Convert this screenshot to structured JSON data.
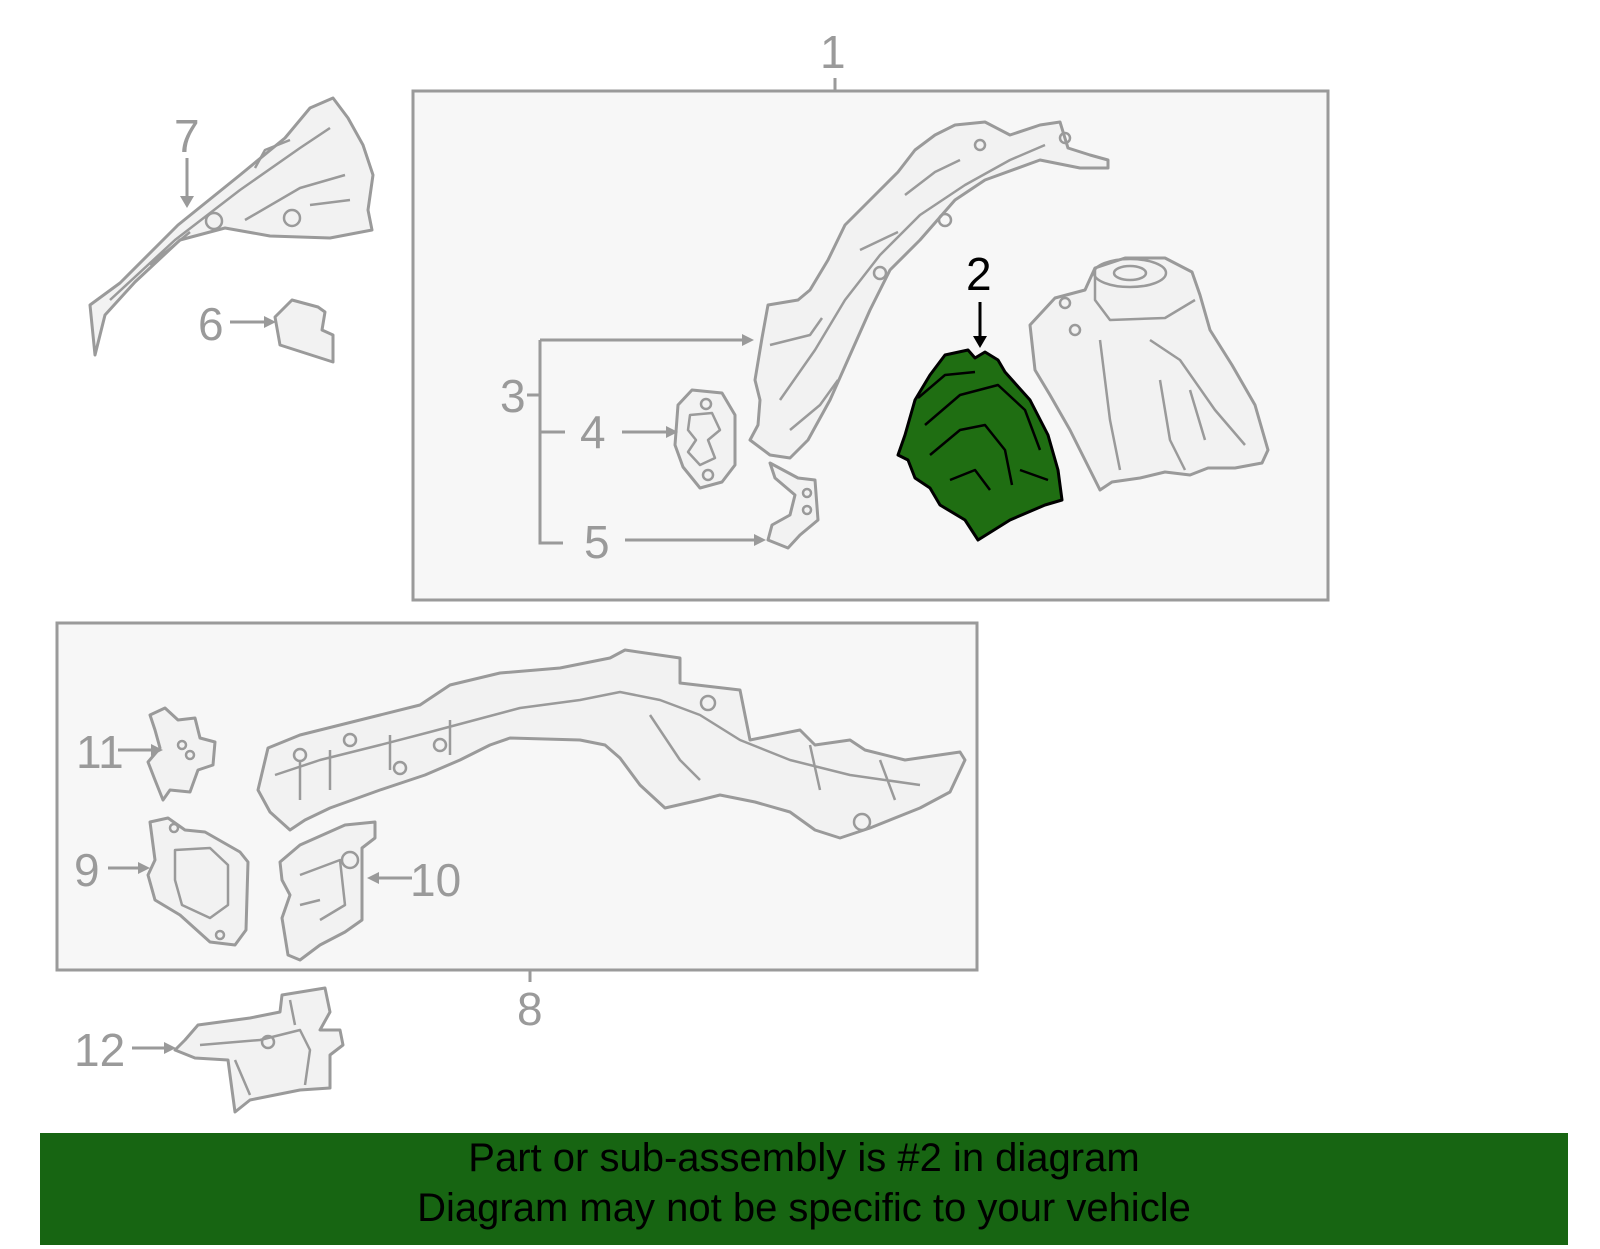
{
  "diagram": {
    "callouts": [
      "1",
      "2",
      "3",
      "4",
      "5",
      "6",
      "7",
      "8",
      "9",
      "10",
      "11",
      "12"
    ],
    "highlighted_part": "2",
    "highlight_color": "#1f6e12",
    "line_color": "#9a9a9a",
    "panel_fill": "#f7f7f7"
  },
  "footer": {
    "line1": "Part or sub-assembly is #2 in diagram",
    "line2": "Diagram may not be specific to your vehicle",
    "background": "#176512"
  }
}
